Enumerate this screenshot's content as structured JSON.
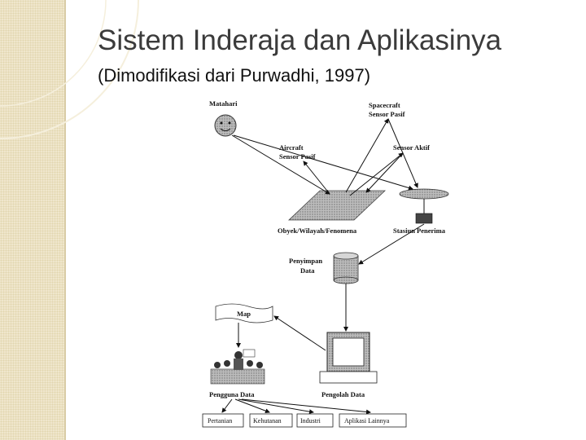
{
  "slide": {
    "title": "Sistem Inderaja dan Aplikasinya",
    "subtitle": "(Dimodifikasi dari Purwadhi, 1997)"
  },
  "diagram": {
    "labels": {
      "sun": "Matahari",
      "spacecraft_1": "Spacecraft",
      "spacecraft_2": "Sensor Pasif",
      "aircraft_1": "Aircraft",
      "aircraft_2": "Sensor Pasif",
      "active_sensor": "Sensor Aktif",
      "object": "Obyek/Wilayah/Fenomena",
      "station": "Stasiun Penerima",
      "storage_1": "Penyimpan",
      "storage_2": "Data",
      "map": "Map",
      "users": "Pengguna Data",
      "processor": "Pengolah Data"
    },
    "applications": [
      "Pertanian",
      "Kehutanan",
      "Industri",
      "Aplikasi Lainnya"
    ]
  },
  "colors": {
    "sidebar": "#efe6cc",
    "title": "#3b3b3b",
    "diagram_ink": "#111111"
  }
}
